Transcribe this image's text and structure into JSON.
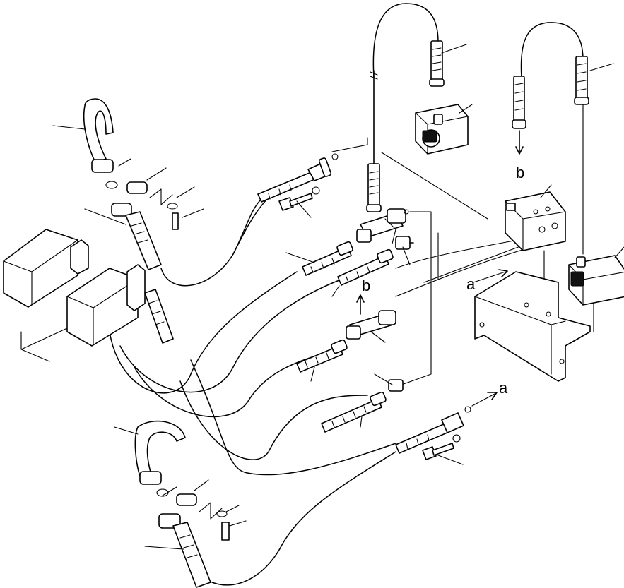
{
  "labels": {
    "a_top": "a",
    "a_bottom": "a",
    "b_right": "b",
    "b_middle": "b"
  }
}
